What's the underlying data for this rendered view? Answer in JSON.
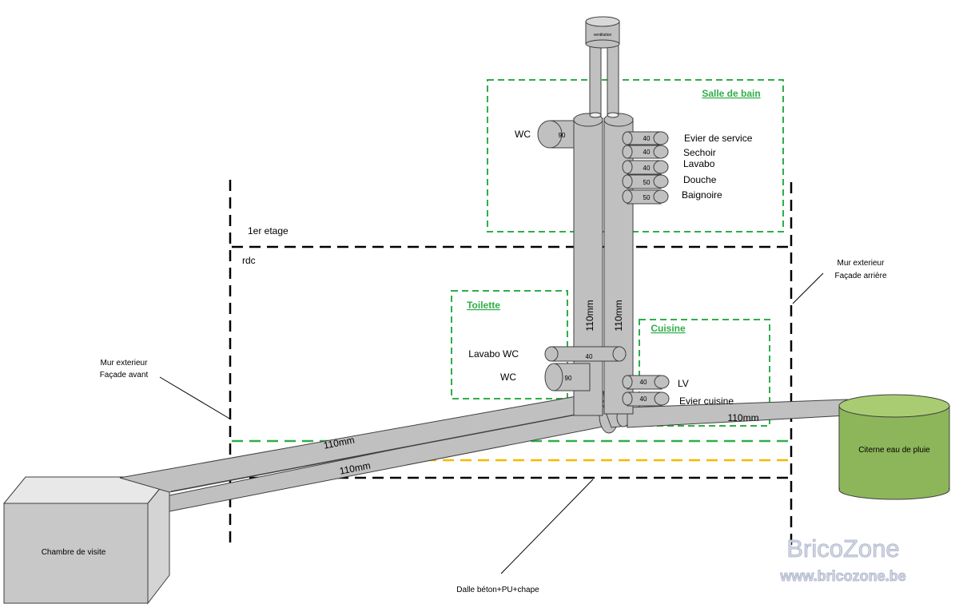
{
  "rooms": {
    "bathroom": "Salle de bain",
    "toilet": "Toilette",
    "kitchen": "Cuisine"
  },
  "floors": {
    "first": "1er etage",
    "ground": "rdc"
  },
  "bathroom_fixtures": {
    "wc": {
      "label": "WC",
      "size": "90"
    },
    "items": [
      {
        "label": "Evier de service",
        "size": "40"
      },
      {
        "label": "Sechoir",
        "size": "40"
      },
      {
        "label": "Lavabo",
        "size": "40"
      },
      {
        "label": "Douche",
        "size": "50"
      },
      {
        "label": "Baignoire",
        "size": "50"
      }
    ]
  },
  "toilet_fixtures": {
    "sink": {
      "label": "Lavabo WC",
      "size": "40"
    },
    "wc": {
      "label": "WC",
      "size": "90"
    }
  },
  "kitchen_fixtures": [
    {
      "label": "LV",
      "size": "40"
    },
    {
      "label": "Evier cuisine",
      "size": "40"
    }
  ],
  "pipes": {
    "stack_left": "110mm",
    "stack_right": "110mm",
    "main_upper": "110mm",
    "main_lower": "110mm",
    "cistern_pipe": "110mm"
  },
  "vent_label": "ventilation",
  "walls": {
    "front_line1": "Mur exterieur",
    "front_line2": "Façade avant",
    "rear_line1": "Mur exterieur",
    "rear_line2": "Façade arrière"
  },
  "slab_label": "Dalle béton+PU+chape",
  "inspection_chamber": "Chambre de visite",
  "cistern": "Citerne eau de pluie",
  "watermark": {
    "brand": "BricoZone",
    "url": "www.bricozone.be"
  },
  "colors": {
    "pipe": "#c0c0c0",
    "room_border": "#2fae49",
    "cistern": "#8db55a",
    "insulation": "#f5b800"
  }
}
